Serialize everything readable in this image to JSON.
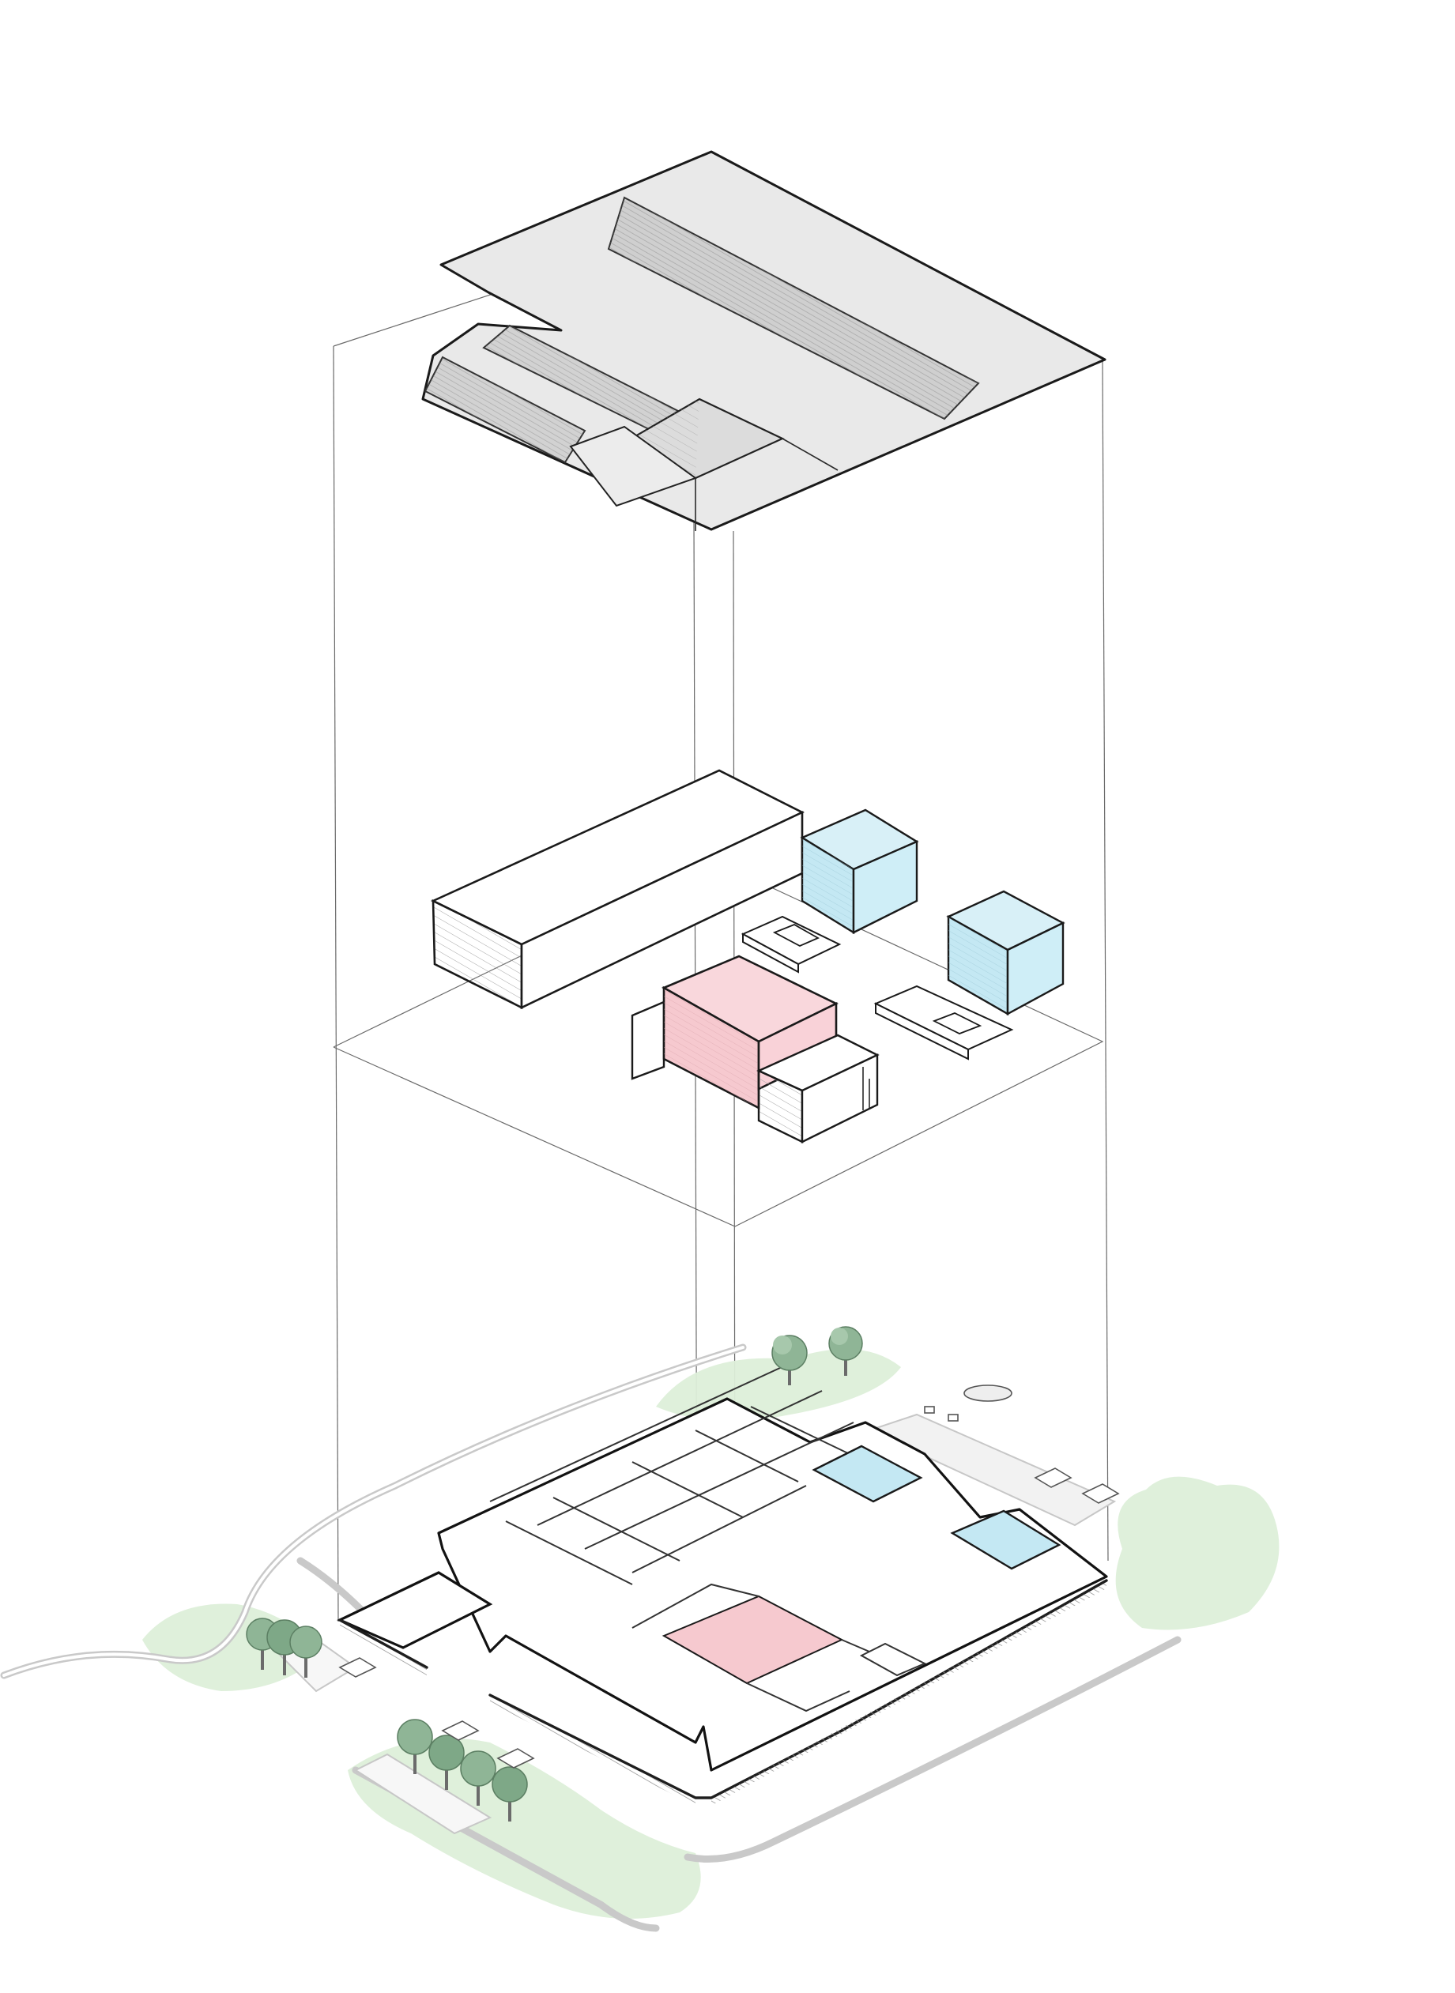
{
  "diagram": {
    "layers": [
      "roof",
      "volumes",
      "ground-plan"
    ],
    "colors": {
      "paper": "#ffffff",
      "roof_fill": "#e9e9e9",
      "roof_ridge": "#c8c8c8",
      "ink": "#1e1e1e",
      "frame_line": "#6a6a6a",
      "accent_pink": "#f6c9cf",
      "accent_blue": "#c4e8f3",
      "landscape_green": "#ddefd9",
      "tree_green": "#8fb596",
      "road_grey": "#c9c9c9"
    },
    "icons": [
      "tree-icon",
      "bench-icon",
      "car-icon"
    ]
  }
}
